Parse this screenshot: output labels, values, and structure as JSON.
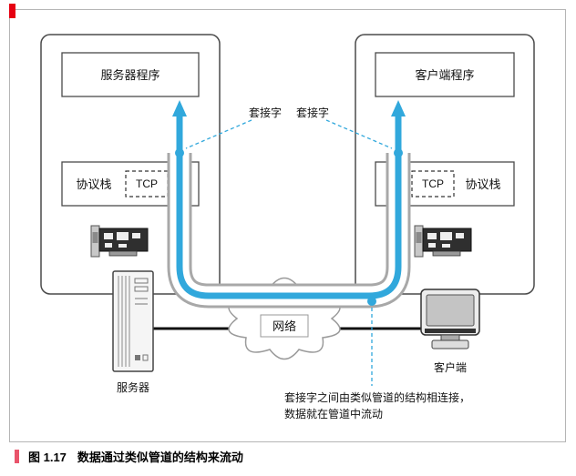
{
  "figure": {
    "caption_label": "图 1.17",
    "caption_title": "数据通过类似管道的结构来流动"
  },
  "left_host": {
    "program_label": "服务器程序",
    "stack_label": "协议栈",
    "tcp_label": "TCP",
    "device_label": "服务器"
  },
  "right_host": {
    "program_label": "客户端程序",
    "stack_label": "协议栈",
    "tcp_label": "TCP",
    "device_label": "客户端"
  },
  "pipe": {
    "socket_label_left": "套接字",
    "socket_label_right": "套接字",
    "network_label": "网络",
    "annotation_line1": "套接字之间由类似管道的结构相连接，",
    "annotation_line2": "数据就在管道中流动"
  },
  "colors": {
    "pipe_blue": "#31a8dc",
    "pipe_gray": "#a8a8a8",
    "accent_red": "#e60012",
    "accent_pink": "#e9546b"
  }
}
